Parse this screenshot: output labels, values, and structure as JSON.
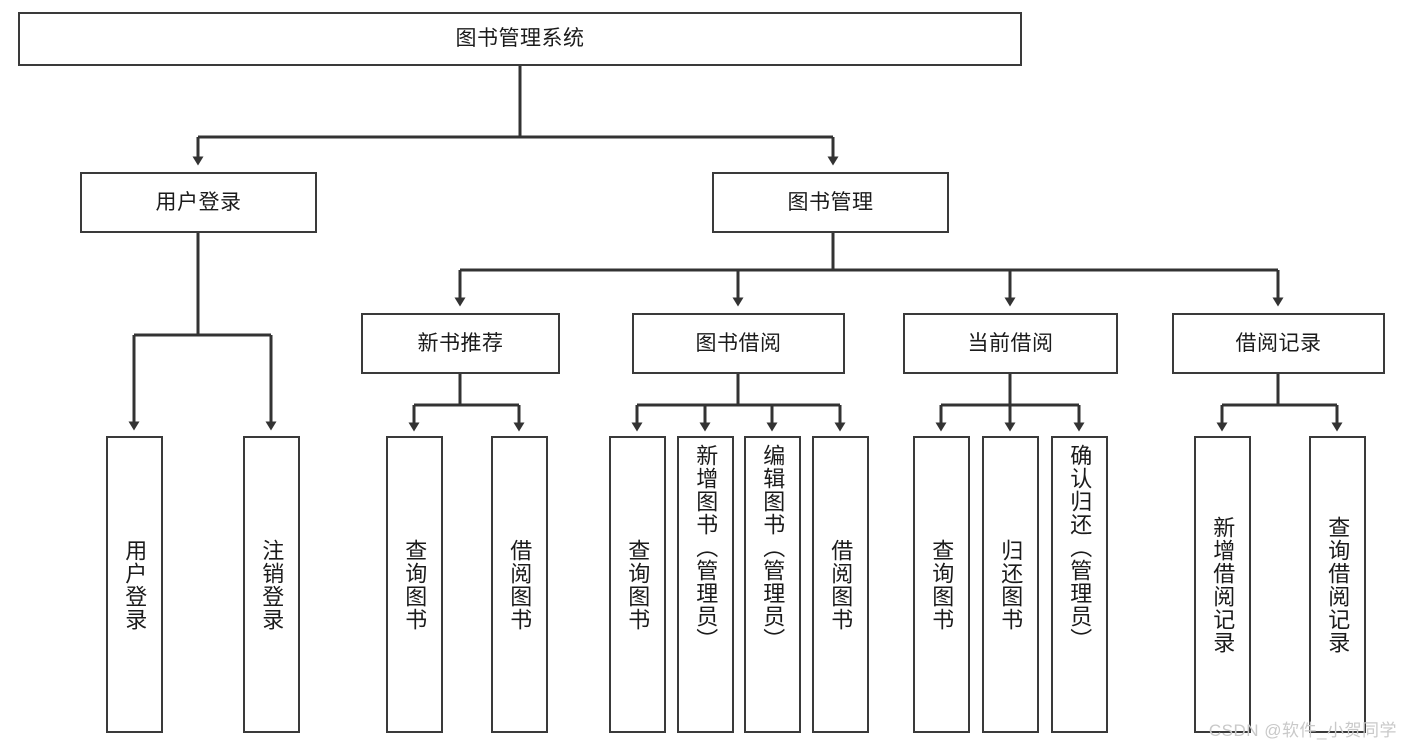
{
  "diagram": {
    "title": "图书管理系统",
    "type": "tree",
    "watermark": "CSDN @软件_小贺同学",
    "colors": {
      "box_border": "#3a3a3a",
      "box_fill": "#ffffff",
      "edge": "#333333",
      "text": "#1b1b1b",
      "watermark": "#c9c9c9"
    },
    "nodes": {
      "root": {
        "label": "图书管理系统"
      },
      "level1": [
        {
          "id": "user-login",
          "label": "用户登录"
        },
        {
          "id": "book-manage",
          "label": "图书管理"
        }
      ],
      "level2": [
        {
          "id": "new-book-rec",
          "label": "新书推荐"
        },
        {
          "id": "book-borrow",
          "label": "图书借阅"
        },
        {
          "id": "current-borrow",
          "label": "当前借阅"
        },
        {
          "id": "borrow-record",
          "label": "借阅记录"
        }
      ],
      "leaves": {
        "user_login": [
          {
            "id": "leaf-user-login",
            "label": "用户登录"
          },
          {
            "id": "leaf-logout",
            "label": "注销登录"
          }
        ],
        "new_book_rec": [
          {
            "id": "leaf-query-book-1",
            "label": "查询图书"
          },
          {
            "id": "leaf-borrow-book-1",
            "label": "借阅图书"
          }
        ],
        "book_borrow": [
          {
            "id": "leaf-query-book-2",
            "label": "查询图书"
          },
          {
            "id": "leaf-add-book",
            "label": "新增图书（管理员）"
          },
          {
            "id": "leaf-edit-book",
            "label": "编辑图书（管理员）"
          },
          {
            "id": "leaf-borrow-book-2",
            "label": "借阅图书"
          }
        ],
        "current_borrow": [
          {
            "id": "leaf-query-book-3",
            "label": "查询图书"
          },
          {
            "id": "leaf-return-book",
            "label": "归还图书"
          },
          {
            "id": "leaf-confirm-return",
            "label": "确认归还（管理员）"
          }
        ],
        "borrow_record": [
          {
            "id": "leaf-add-record",
            "label": "新增借阅记录"
          },
          {
            "id": "leaf-query-record",
            "label": "查询借阅记录"
          }
        ]
      }
    }
  }
}
